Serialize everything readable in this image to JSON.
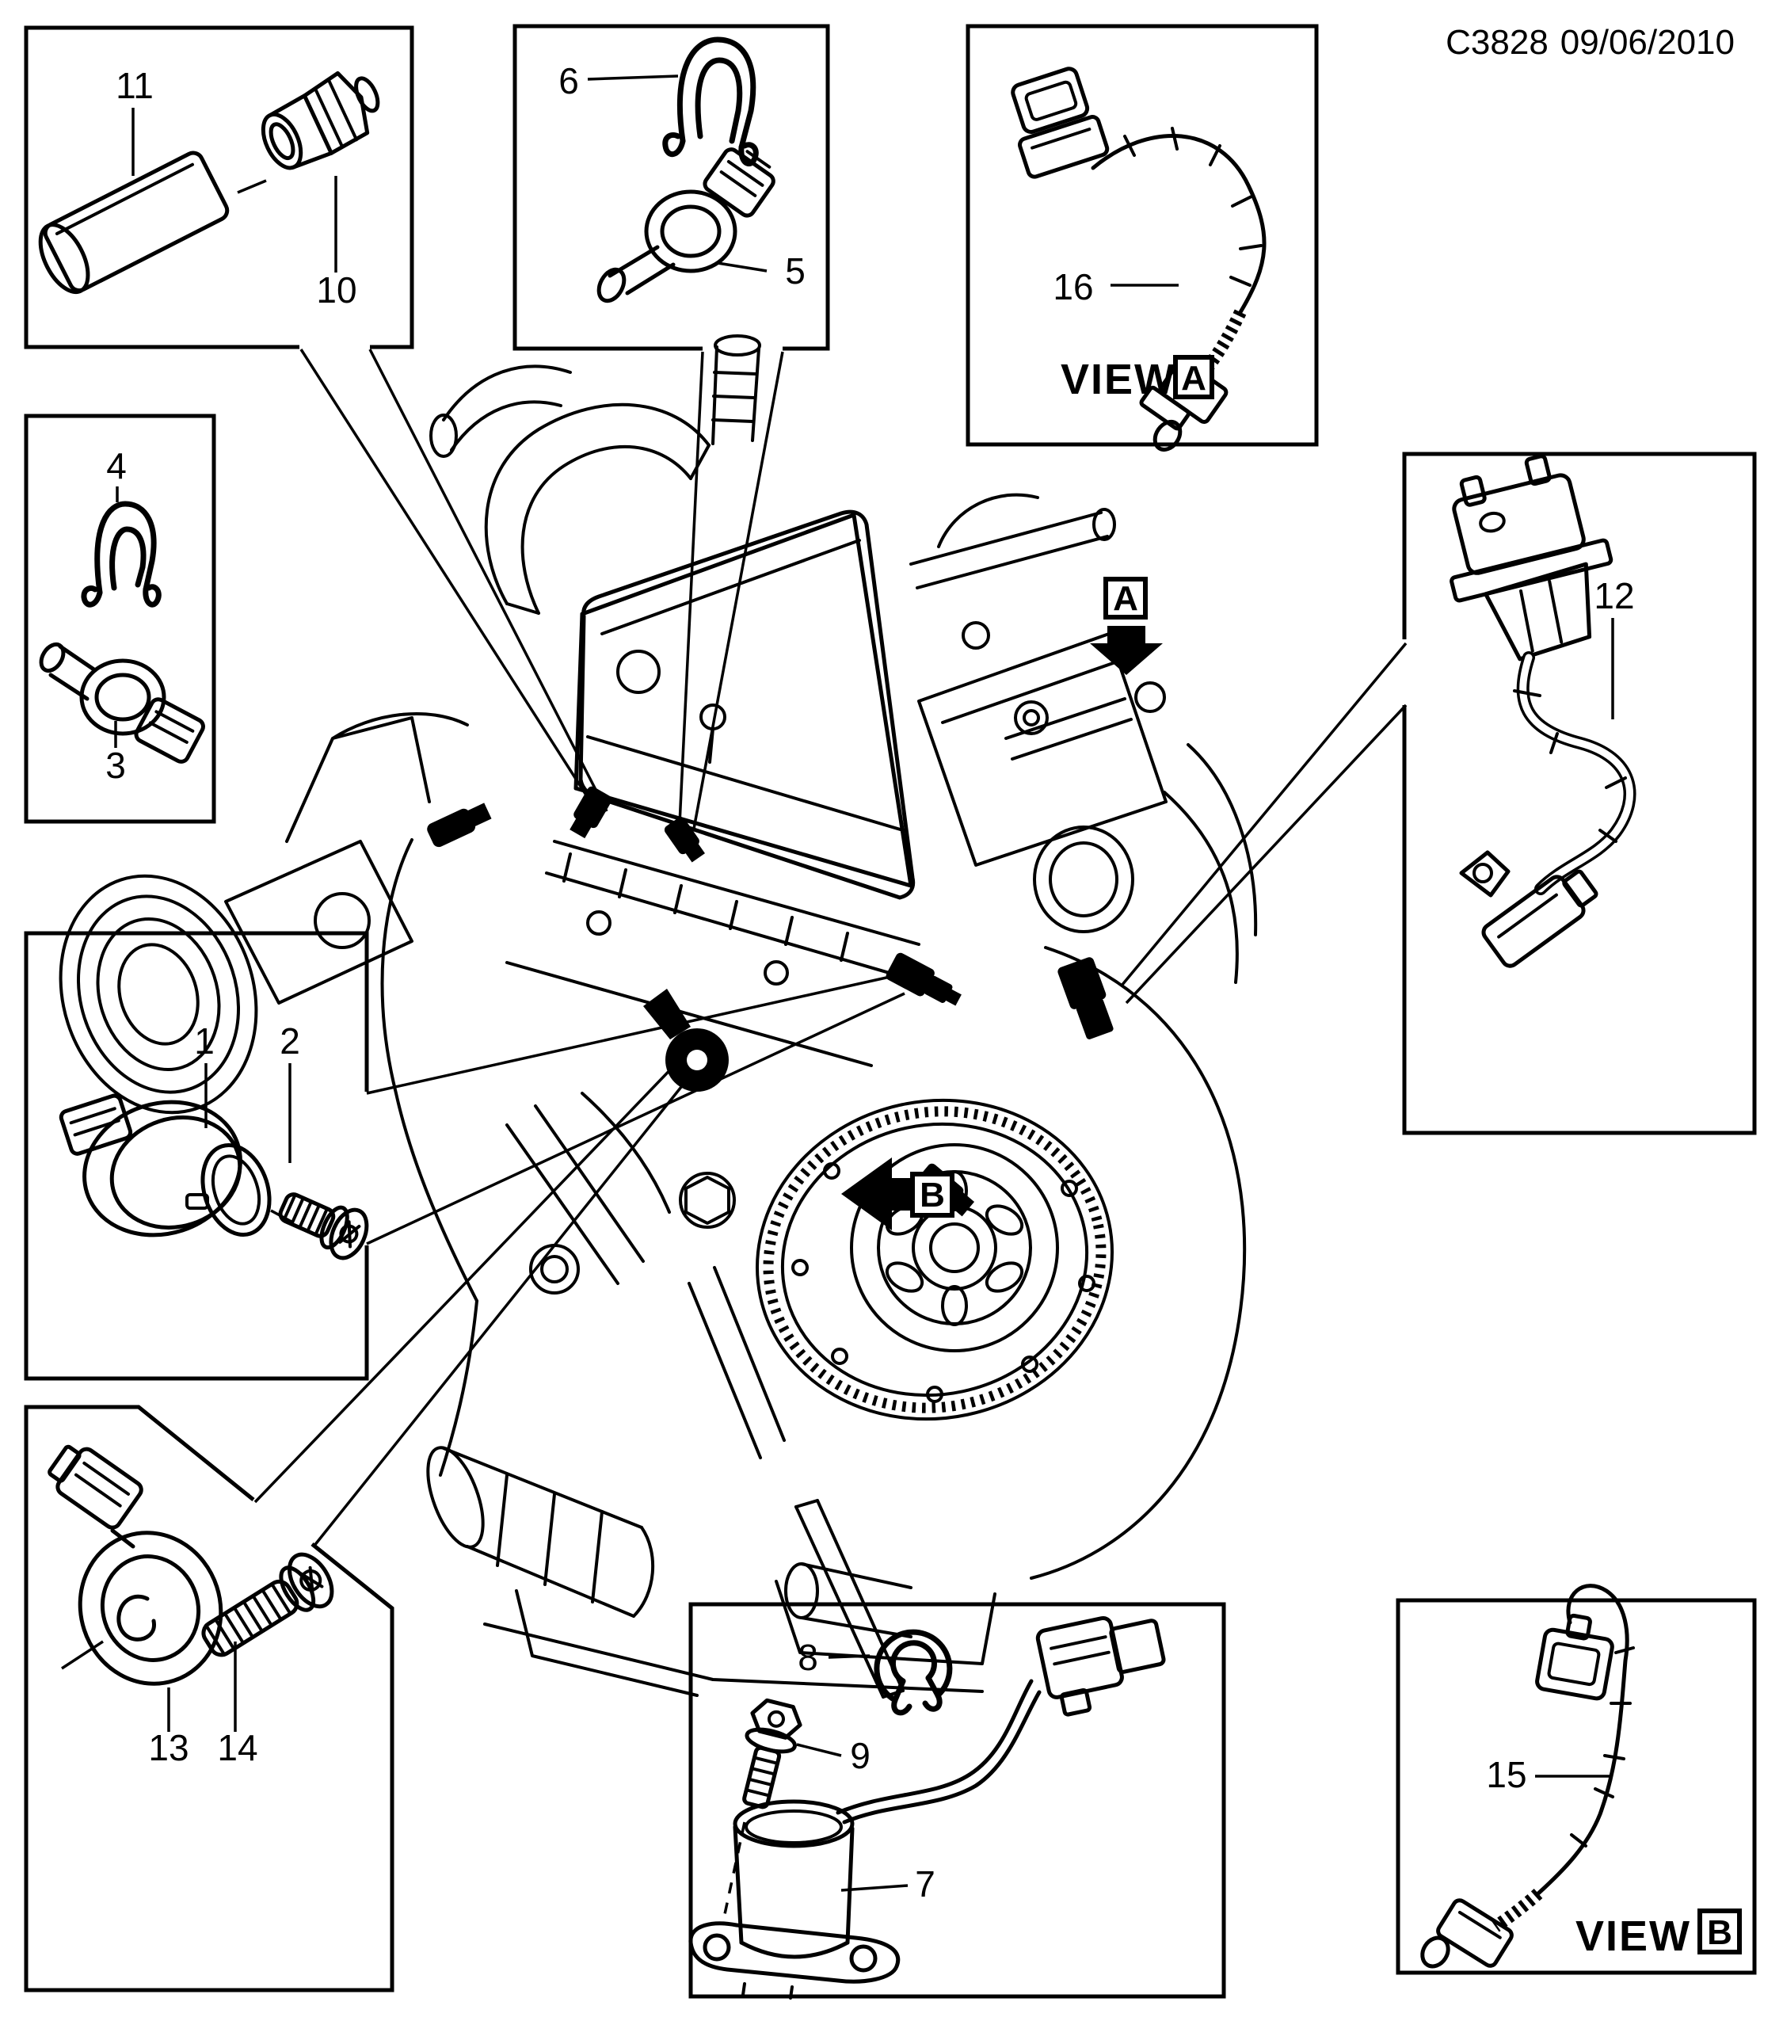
{
  "header": {
    "code": "C3828",
    "date": "09/06/2010"
  },
  "callouts": {
    "1": "1",
    "2": "2",
    "3": "3",
    "4": "4",
    "5": "5",
    "6": "6",
    "7": "7",
    "8": "8",
    "9": "9",
    "10": "10",
    "11": "11",
    "12": "12",
    "13": "13",
    "14": "14",
    "15": "15",
    "16": "16"
  },
  "views": {
    "a": {
      "label": "VIEW",
      "letter": "A"
    },
    "b": {
      "label": "VIEW",
      "letter": "B"
    }
  },
  "markers": {
    "a": "A",
    "b": "B"
  },
  "colors": {
    "ink": "#000000",
    "paper": "#ffffff"
  }
}
